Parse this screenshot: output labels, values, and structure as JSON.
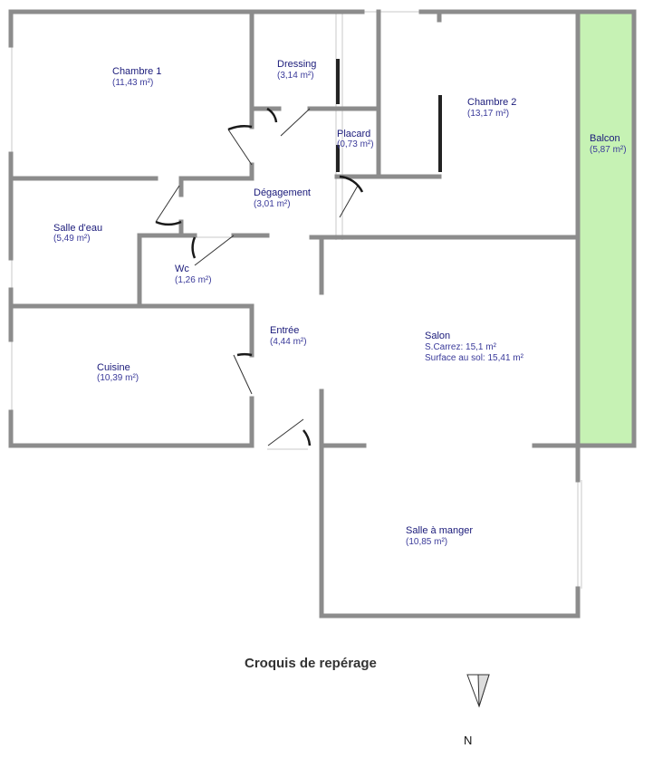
{
  "colors": {
    "wall": "#8c8c8c",
    "door_leaf": "#333333",
    "door_arc": "#1a1a1a",
    "balcony_fill": "#c6f2b4",
    "balcony_stroke": "#8fcf7a",
    "text": "#1a1a7a"
  },
  "rooms": {
    "chambre1": {
      "name": "Chambre 1",
      "area": "(11,43 m²)"
    },
    "dressing": {
      "name": "Dressing",
      "area": "(3,14 m²)"
    },
    "chambre2": {
      "name": "Chambre 2",
      "area": "(13,17 m²)"
    },
    "balcon": {
      "name": "Balcon",
      "area": "(5,87 m²)"
    },
    "placard": {
      "name": "Placard",
      "area": "(0,73 m²)"
    },
    "degagement": {
      "name": "Dégagement",
      "area": "(3,01 m²)"
    },
    "salle_eau": {
      "name": "Salle d'eau",
      "area": "(5,49 m²)"
    },
    "wc": {
      "name": "Wc",
      "area": "(1,26 m²)"
    },
    "entree": {
      "name": "Entrée",
      "area": "(4,44 m²)"
    },
    "salon": {
      "name": "Salon",
      "carrez": "S.Carrez: 15,1 m²",
      "surface": "Surface au sol: 15,41 m²"
    },
    "cuisine": {
      "name": "Cuisine",
      "area": "(10,39 m²)"
    },
    "salle_manger": {
      "name": "Salle à manger",
      "area": "(10,85 m²)"
    }
  },
  "caption": "Croquis de repérage",
  "compass": {
    "label": "N",
    "icon": "north-arrow-icon"
  }
}
